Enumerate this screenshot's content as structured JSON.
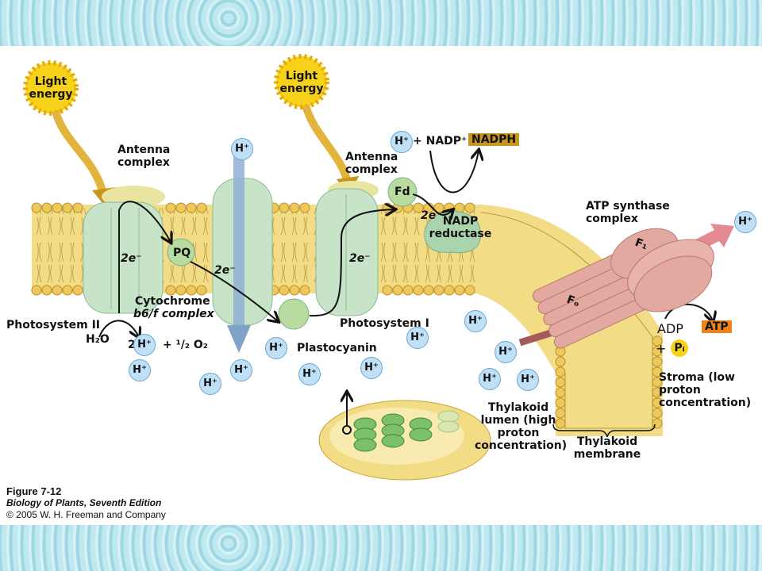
{
  "labels": {
    "light_energy_1": "Light energy",
    "light_energy_2": "Light energy",
    "antenna_1": "Antenna complex",
    "antenna_2": "Antenna complex",
    "photosystem_ii": "Photosystem II",
    "photosystem_i": "Photosystem I",
    "pq": "PQ",
    "cytochrome": "Cytochrome",
    "cytochrome_b6f": "b6/f complex",
    "plastocyanin": "Plastocyanin",
    "fd": "Fd",
    "nadp_reductase": "NADP reductase",
    "electrons": [
      "2e⁻",
      "2e⁻",
      "2e⁻",
      "2e⁻"
    ],
    "h2o": "H₂O",
    "water_split_products": "2",
    "half_o2": "+ ¹/₂ O₂",
    "nadp_plus": "+ NADP⁺",
    "nadph": "NADPH",
    "atp_synthase": "ATP synthase complex",
    "f1": "F₁",
    "fo": "Fₒ",
    "adp": "ADP",
    "plus": "+",
    "pi": "Pᵢ",
    "atp": "ATP",
    "stroma": "Stroma (low proton concentration)",
    "lumen": "Thylakoid lumen (high proton concentration)",
    "membrane": "Thylakoid membrane",
    "h_plus": "H⁺"
  },
  "caption": {
    "figure": "Figure 7-12",
    "book": "Biology of Plants, Seventh Edition",
    "copyright": "© 2005 W. H. Freeman and Company"
  },
  "colors": {
    "nadph_bg": "#c8961e",
    "atp_bg": "#f0821e",
    "membrane": "#f3dc86",
    "protein_green": "#c7e3c8",
    "atp_synthase": "#e3a8a0",
    "proton": "#bfe0f6"
  }
}
